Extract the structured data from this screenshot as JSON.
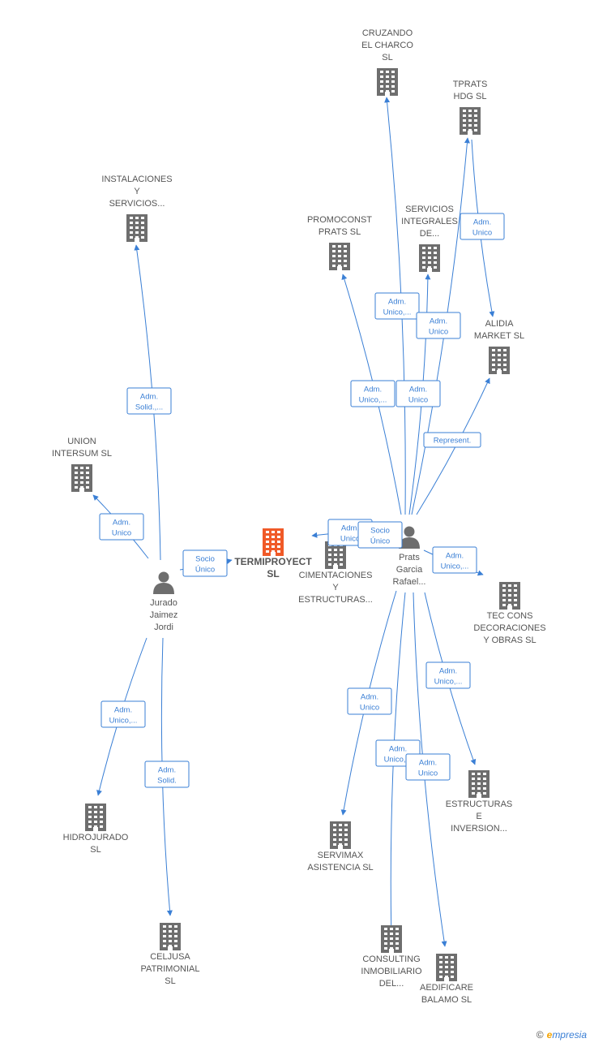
{
  "colors": {
    "edge": "#3a7fd5",
    "building": "#6e6e6e",
    "building_center": "#f05a28",
    "person": "#6e6e6e"
  },
  "nodes": [
    {
      "id": "termiproyect",
      "type": "company",
      "center": true,
      "lines": [
        "TERMIPROYECT",
        "SL"
      ]
    },
    {
      "id": "jurado",
      "type": "person",
      "lines": [
        "Jurado",
        "Jaimez",
        "Jordi"
      ]
    },
    {
      "id": "prats",
      "type": "person",
      "lines": [
        "Prats",
        "Garcia",
        "Rafael..."
      ]
    },
    {
      "id": "cruzando",
      "type": "company",
      "lines": [
        "CRUZANDO",
        "EL CHARCO",
        "SL"
      ]
    },
    {
      "id": "tprats",
      "type": "company",
      "lines": [
        "TPRATS",
        "HDG  SL"
      ]
    },
    {
      "id": "instalaciones",
      "type": "company",
      "lines": [
        "INSTALACIONES",
        "Y",
        "SERVICIOS..."
      ]
    },
    {
      "id": "promoconst",
      "type": "company",
      "lines": [
        "PROMOCONST",
        "PRATS  SL"
      ]
    },
    {
      "id": "servicios",
      "type": "company",
      "lines": [
        "SERVICIOS",
        "INTEGRALES",
        "DE..."
      ]
    },
    {
      "id": "alidia",
      "type": "company",
      "lines": [
        "ALIDIA",
        "MARKET  SL"
      ]
    },
    {
      "id": "union",
      "type": "company",
      "lines": [
        "UNION",
        "INTERSUM  SL"
      ]
    },
    {
      "id": "cimentaciones",
      "type": "company",
      "lines": [
        "CIMENTACIONES",
        "Y",
        "ESTRUCTURAS..."
      ]
    },
    {
      "id": "tec",
      "type": "company",
      "lines": [
        "TEC CONS",
        "DECORACIONES",
        "Y OBRAS  SL"
      ]
    },
    {
      "id": "estructuras",
      "type": "company",
      "lines": [
        "ESTRUCTURAS",
        "E",
        "INVERSION..."
      ]
    },
    {
      "id": "servimax",
      "type": "company",
      "lines": [
        "SERVIMAX",
        "ASISTENCIA SL"
      ]
    },
    {
      "id": "consulting",
      "type": "company",
      "lines": [
        "CONSULTING",
        "INMOBILIARIO",
        "DEL..."
      ]
    },
    {
      "id": "aedificare",
      "type": "company",
      "lines": [
        "AEDIFICARE",
        "BALAMO  SL"
      ]
    },
    {
      "id": "hidrojurado",
      "type": "company",
      "lines": [
        "HIDROJURADO",
        "SL"
      ]
    },
    {
      "id": "celjusa",
      "type": "company",
      "lines": [
        "CELJUSA",
        "PATRIMONIAL",
        "SL"
      ]
    }
  ],
  "edges": [
    {
      "from": "jurado",
      "to": "termiproyect",
      "lines": [
        "Socio",
        "Único"
      ]
    },
    {
      "from": "jurado",
      "to": "instalaciones",
      "lines": [
        "Adm.",
        "Solid.,..."
      ]
    },
    {
      "from": "jurado",
      "to": "union",
      "lines": [
        "Adm.",
        "Unico"
      ]
    },
    {
      "from": "jurado",
      "to": "hidrojurado",
      "lines": [
        "Adm.",
        "Unico,..."
      ]
    },
    {
      "from": "jurado",
      "to": "celjusa",
      "lines": [
        "Adm.",
        "Solid."
      ]
    },
    {
      "from": "prats",
      "to": "termiproyect",
      "lines": [
        "Adm.",
        "Unico"
      ]
    },
    {
      "from": "prats",
      "to": "cimentaciones",
      "lines": [
        "Socio",
        "Único"
      ]
    },
    {
      "from": "prats",
      "to": "cruzando",
      "lines": [
        "Adm.",
        "Unico,..."
      ]
    },
    {
      "from": "prats",
      "to": "tprats",
      "lines": [
        "Adm.",
        "Unico"
      ]
    },
    {
      "from": "prats",
      "to": "promoconst",
      "lines": [
        "Adm.",
        "Unico,..."
      ]
    },
    {
      "from": "prats",
      "to": "servicios",
      "lines": [
        "Adm.",
        "Unico"
      ]
    },
    {
      "from": "prats",
      "to": "alidia",
      "lines": [
        "Represent."
      ]
    },
    {
      "from": "tprats",
      "to": "alidia",
      "lines": [
        "Adm.",
        "Unico"
      ]
    },
    {
      "from": "prats",
      "to": "tec",
      "lines": [
        "Adm.",
        "Unico,..."
      ]
    },
    {
      "from": "prats",
      "to": "estructuras",
      "lines": [
        "Adm.",
        "Unico,..."
      ]
    },
    {
      "from": "prats",
      "to": "servimax",
      "lines": [
        "Adm.",
        "Unico"
      ]
    },
    {
      "from": "prats",
      "to": "consulting",
      "lines": [
        "Adm.",
        "Unico,..."
      ]
    },
    {
      "from": "prats",
      "to": "aedificare",
      "lines": [
        "Adm.",
        "Unico"
      ]
    }
  ],
  "footer": {
    "copyright": "©",
    "brand_first": "e",
    "brand_rest": "mpresia"
  }
}
